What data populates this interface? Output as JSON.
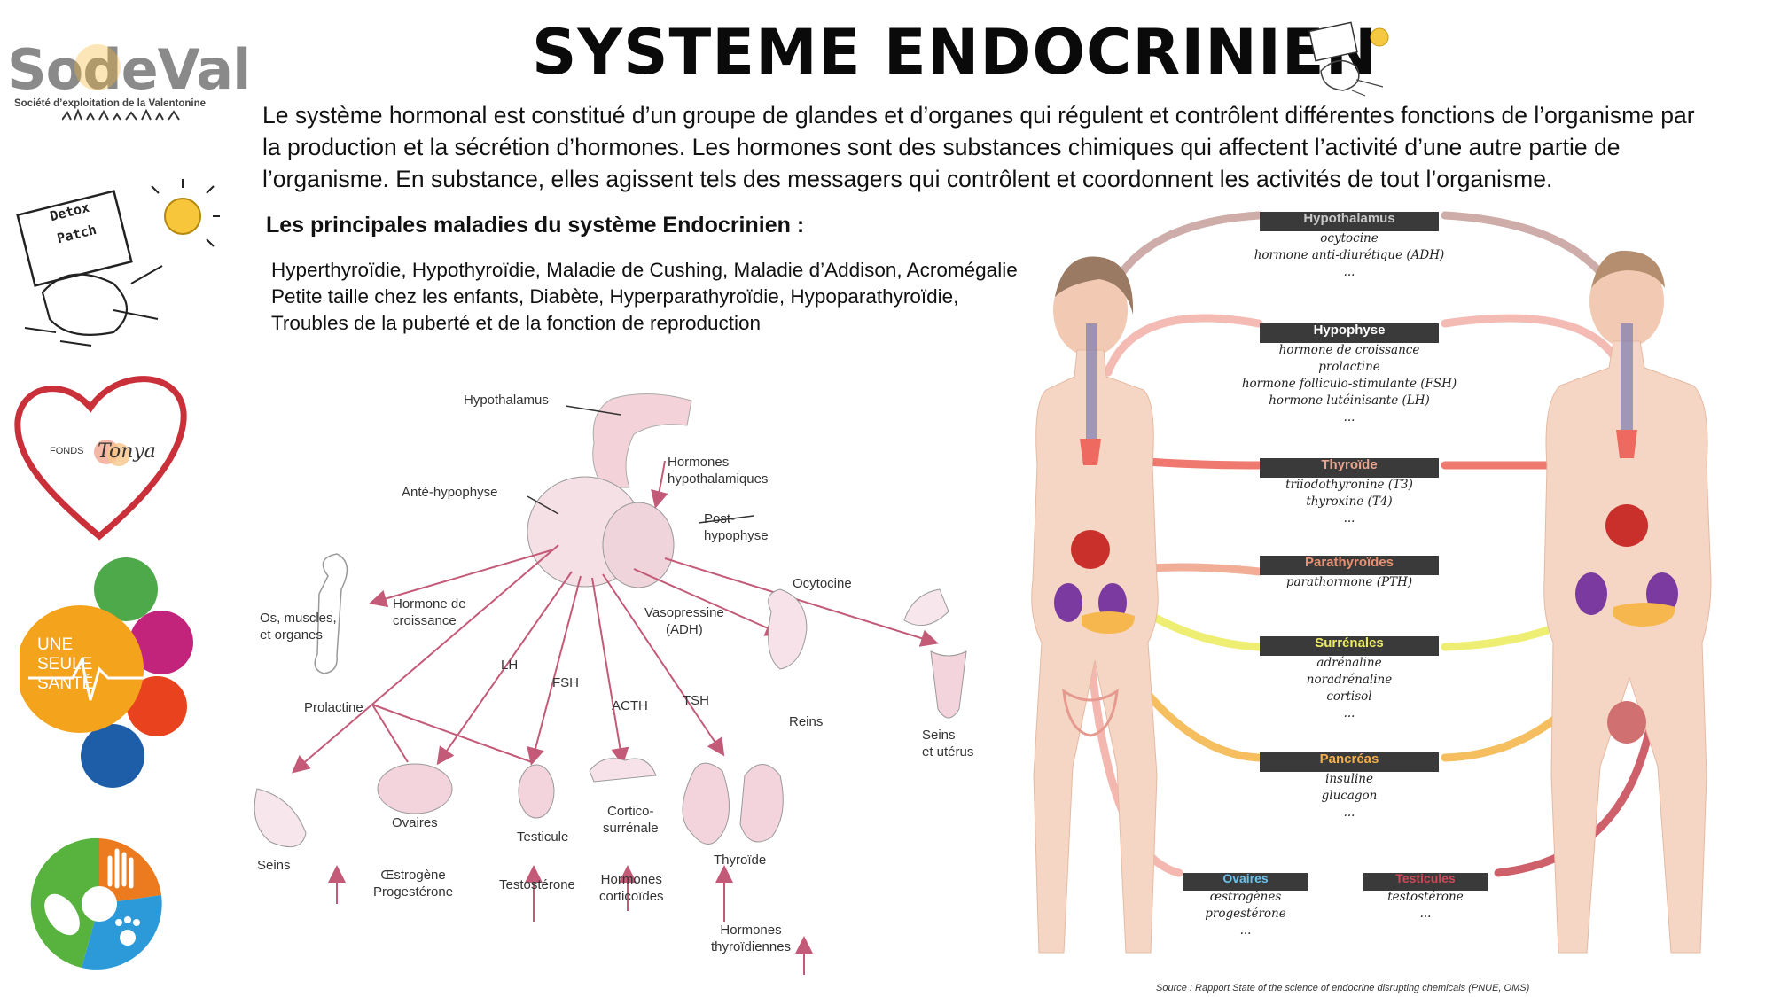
{
  "title": "SYSTEME ENDOCRINIEN",
  "intro": "Le système hormonal est constitué d’un groupe de glandes et d’organes qui régulent et contrôlent différentes fonctions de l’organisme par la production et la sécrétion d’hormones. Les hormones sont des substances chimiques qui affectent l’activité d’une autre partie de l’organisme. En substance, elles agissent tels des messagers qui contrôlent et coordonnent les activités de tout l’organisme.",
  "diseases": {
    "heading": "Les principales maladies du système Endocrinien :",
    "lines": [
      "Hyperthyroïdie, Hypothyroïdie, Maladie de Cushing, Maladie d’Addison, Acromégalie",
      "Petite taille chez les enfants, Diabète, Hyperparathyroïdie, Hypoparathyroïdie,",
      "Troubles de la puberté et de la fonction de reproduction"
    ]
  },
  "logos": {
    "sodeval_name": "SodeVal",
    "sodeval_subtitle": "Société d’exploitation de la Valentonine",
    "detox_line1": "Detox",
    "detox_line2": "Patch",
    "fonds_line1": "FONDS",
    "fonds_line2": "Tonya",
    "one_health": [
      "UNE",
      "SEULE",
      "SANTÉ"
    ]
  },
  "pituitary_diagram": {
    "hypothalamus": "Hypothalamus",
    "ante_hypophyse": "Anté-hypophyse",
    "hormones_hypothalamiques": [
      "Hormones",
      "hypothalamiques"
    ],
    "post_hypophyse": [
      "Post-",
      "hypophyse"
    ],
    "hormone_croissance": [
      "Hormone de",
      "croissance"
    ],
    "os_muscles": [
      "Os, muscles,",
      "et organes"
    ],
    "prolactine": "Prolactine",
    "lh": "LH",
    "fsh": "FSH",
    "acth": "ACTH",
    "tsh": "TSH",
    "vasopressine": [
      "Vasopressine",
      "(ADH)"
    ],
    "ocytocine": "Ocytocine",
    "reins": "Reins",
    "seins_uterus": [
      "Seins",
      "et utérus"
    ],
    "seins": "Seins",
    "ovaires": "Ovaires",
    "ovaires_hormones": [
      "Œstrogène",
      "Progestérone"
    ],
    "testicule": "Testicule",
    "testosterone": "Testostérone",
    "cortico": [
      "Cortico-",
      "surrénale"
    ],
    "hormones_corticoides": [
      "Hormones",
      "corticoïdes"
    ],
    "thyroide": "Thyroïde",
    "hormones_thyroidiennes": [
      "Hormones",
      "thyroïdiennes"
    ]
  },
  "body_diagram": {
    "glands": [
      {
        "name": "Hypothalamus",
        "hormones": [
          "ocytocine",
          "hormone anti-diurétique (ADH)",
          "..."
        ],
        "color": "#3a3a3a"
      },
      {
        "name": "Hypophyse",
        "hormones": [
          "hormone de croissance",
          "prolactine",
          "hormone folliculo-stimulante (FSH)",
          "hormone lutéinisante (LH)",
          "..."
        ],
        "color": "#3a3a3a"
      },
      {
        "name": "Thyroïde",
        "hormones": [
          "triiodothyronine (T3)",
          "thyroxine (T4)",
          "..."
        ],
        "color": "#e8a48c"
      },
      {
        "name": "Parathyroïdes",
        "hormones": [
          "parathormone (PTH)"
        ],
        "color": "#e89070"
      },
      {
        "name": "Surrénales",
        "hormones": [
          "adrénaline",
          "noradrénaline",
          "cortisol",
          "..."
        ],
        "color": "#ecec60"
      },
      {
        "name": "Pancréas",
        "hormones": [
          "insuline",
          "glucagon",
          "..."
        ],
        "color": "#f6b04a"
      },
      {
        "name": "Ovaires",
        "hormones": [
          "œstrogènes",
          "progestérone",
          "..."
        ],
        "color": "#6cc4ee"
      },
      {
        "name": "Testicules",
        "hormones": [
          "testostérone",
          "..."
        ],
        "color": "#d04858"
      }
    ],
    "source": "Source : Rapport State of the science of endocrine disrupting chemicals (PNUE, OMS)"
  }
}
